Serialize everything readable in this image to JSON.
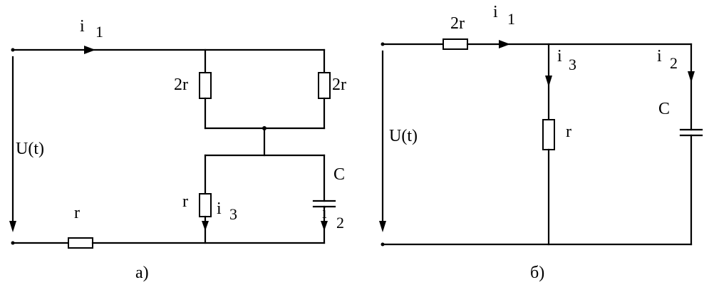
{
  "diagram_a": {
    "caption": "a)",
    "current_i1": {
      "symbol": "i",
      "index": "1"
    },
    "current_i2": {
      "symbol": "i",
      "index": "2"
    },
    "current_i3": {
      "symbol": "i",
      "index": "3"
    },
    "source_label": "U(t)",
    "r_bottom": "r",
    "r_left_top": "2r",
    "r_right_top": "2r",
    "r_lower": "r",
    "capacitor": "C"
  },
  "diagram_b": {
    "caption": "б)",
    "current_i1": {
      "symbol": "i",
      "index": "1"
    },
    "current_i2": {
      "symbol": "i",
      "index": "2"
    },
    "current_i3": {
      "symbol": "i",
      "index": "3"
    },
    "source_label": "U(t)",
    "r_top": "2r",
    "r_middle": "r",
    "capacitor": "C"
  }
}
